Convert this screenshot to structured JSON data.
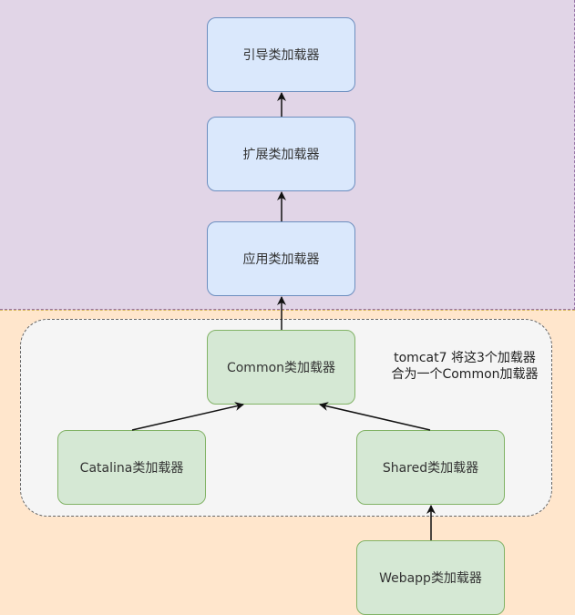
{
  "zones": {
    "jvm_zone_color": "#e1d5e7",
    "tomcat_zone_color": "#ffe6cc",
    "group_color": "#f5f5f5"
  },
  "nodes": {
    "bootstrap": "引导类加载器",
    "extension": "扩展类加载器",
    "application": "应用类加载器",
    "common": "Common类加载器",
    "catalina": "Catalina类加载器",
    "shared": "Shared类加载器",
    "webapp": "Webapp类加载器"
  },
  "note": {
    "line1": "tomcat7 将这3个加载器",
    "line2": "合为一个Common加载器"
  },
  "edges": [
    {
      "from": "extension",
      "to": "bootstrap"
    },
    {
      "from": "application",
      "to": "extension"
    },
    {
      "from": "common",
      "to": "application"
    },
    {
      "from": "catalina",
      "to": "common"
    },
    {
      "from": "shared",
      "to": "common"
    },
    {
      "from": "webapp",
      "to": "shared"
    }
  ],
  "colors": {
    "blue_fill": "#dae8fc",
    "blue_stroke": "#6c8ebf",
    "green_fill": "#d5e8d4",
    "green_stroke": "#82b366"
  }
}
